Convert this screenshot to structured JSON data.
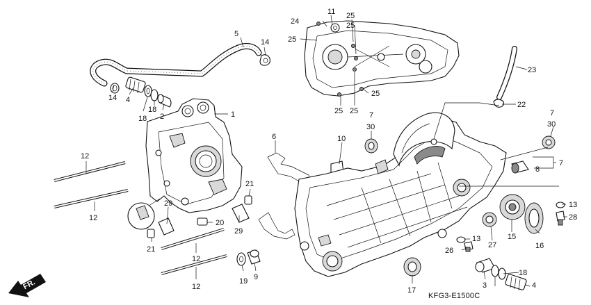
{
  "diagram_code": "KFG3-E1500C",
  "direction_label": "FR.",
  "callouts": [
    {
      "id": "c1",
      "text": "1"
    },
    {
      "id": "c2",
      "text": "2"
    },
    {
      "id": "c3",
      "text": "3"
    },
    {
      "id": "c4a",
      "text": "4"
    },
    {
      "id": "c4b",
      "text": "4"
    },
    {
      "id": "c5",
      "text": "5"
    },
    {
      "id": "c6",
      "text": "6"
    },
    {
      "id": "c7a",
      "text": "7"
    },
    {
      "id": "c7b",
      "text": "7"
    },
    {
      "id": "c7c",
      "text": "7"
    },
    {
      "id": "c8",
      "text": "8"
    },
    {
      "id": "c9",
      "text": "9"
    },
    {
      "id": "c10",
      "text": "10"
    },
    {
      "id": "c11",
      "text": "11"
    },
    {
      "id": "c12a",
      "text": "12"
    },
    {
      "id": "c12b",
      "text": "12"
    },
    {
      "id": "c12c",
      "text": "12"
    },
    {
      "id": "c12d",
      "text": "12"
    },
    {
      "id": "c13a",
      "text": "13"
    },
    {
      "id": "c13b",
      "text": "13"
    },
    {
      "id": "c14a",
      "text": "14"
    },
    {
      "id": "c14b",
      "text": "14"
    },
    {
      "id": "c15",
      "text": "15"
    },
    {
      "id": "c16",
      "text": "16"
    },
    {
      "id": "c17",
      "text": "17"
    },
    {
      "id": "c18a",
      "text": "18"
    },
    {
      "id": "c18b",
      "text": "18"
    },
    {
      "id": "c18c",
      "text": "18"
    },
    {
      "id": "c19",
      "text": "19"
    },
    {
      "id": "c20",
      "text": "20"
    },
    {
      "id": "c21a",
      "text": "21"
    },
    {
      "id": "c21b",
      "text": "21"
    },
    {
      "id": "c22",
      "text": "22"
    },
    {
      "id": "c23",
      "text": "23"
    },
    {
      "id": "c24",
      "text": "24"
    },
    {
      "id": "c25a",
      "text": "25"
    },
    {
      "id": "c25b",
      "text": "25"
    },
    {
      "id": "c25c",
      "text": "25"
    },
    {
      "id": "c25d",
      "text": "25"
    },
    {
      "id": "c25e",
      "text": "25"
    },
    {
      "id": "c25f",
      "text": "25"
    },
    {
      "id": "c26",
      "text": "26"
    },
    {
      "id": "c27",
      "text": "27"
    },
    {
      "id": "c28",
      "text": "28"
    },
    {
      "id": "c29a",
      "text": "29"
    },
    {
      "id": "c29b",
      "text": "29"
    },
    {
      "id": "c30a",
      "text": "30"
    },
    {
      "id": "c30b",
      "text": "30"
    }
  ]
}
